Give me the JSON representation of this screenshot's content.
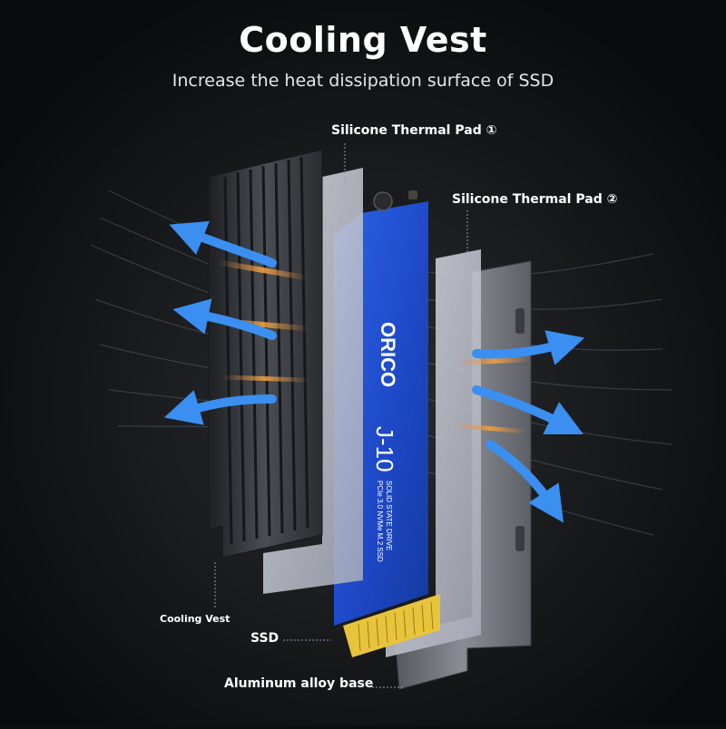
{
  "header": {
    "title": "Cooling Vest",
    "subtitle": "Increase the heat dissipation surface of SSD"
  },
  "callouts": {
    "thermal_pad_1": "Silicone Thermal Pad ①",
    "thermal_pad_2": "Silicone Thermal Pad ②",
    "cooling_vest": "Cooling Vest",
    "ssd": "SSD",
    "aluminum_base": "Aluminum alloy base"
  },
  "ssd_label": {
    "brand": "ORICO",
    "model": "J-10",
    "line1": "SOLID STATE DRIVE",
    "line2": "PCIe 3.0 NVMe M.2 SSD"
  },
  "colors": {
    "background": "#0d0e10",
    "heatsink": "#3a3d42",
    "thermal_pad": "#c9ccd8",
    "ssd_pcb": "#1f4fd1",
    "connector_gold": "#e8c43c",
    "airflow_arrow": "#2f7fe0",
    "heat_glow": "#e58a3a"
  }
}
